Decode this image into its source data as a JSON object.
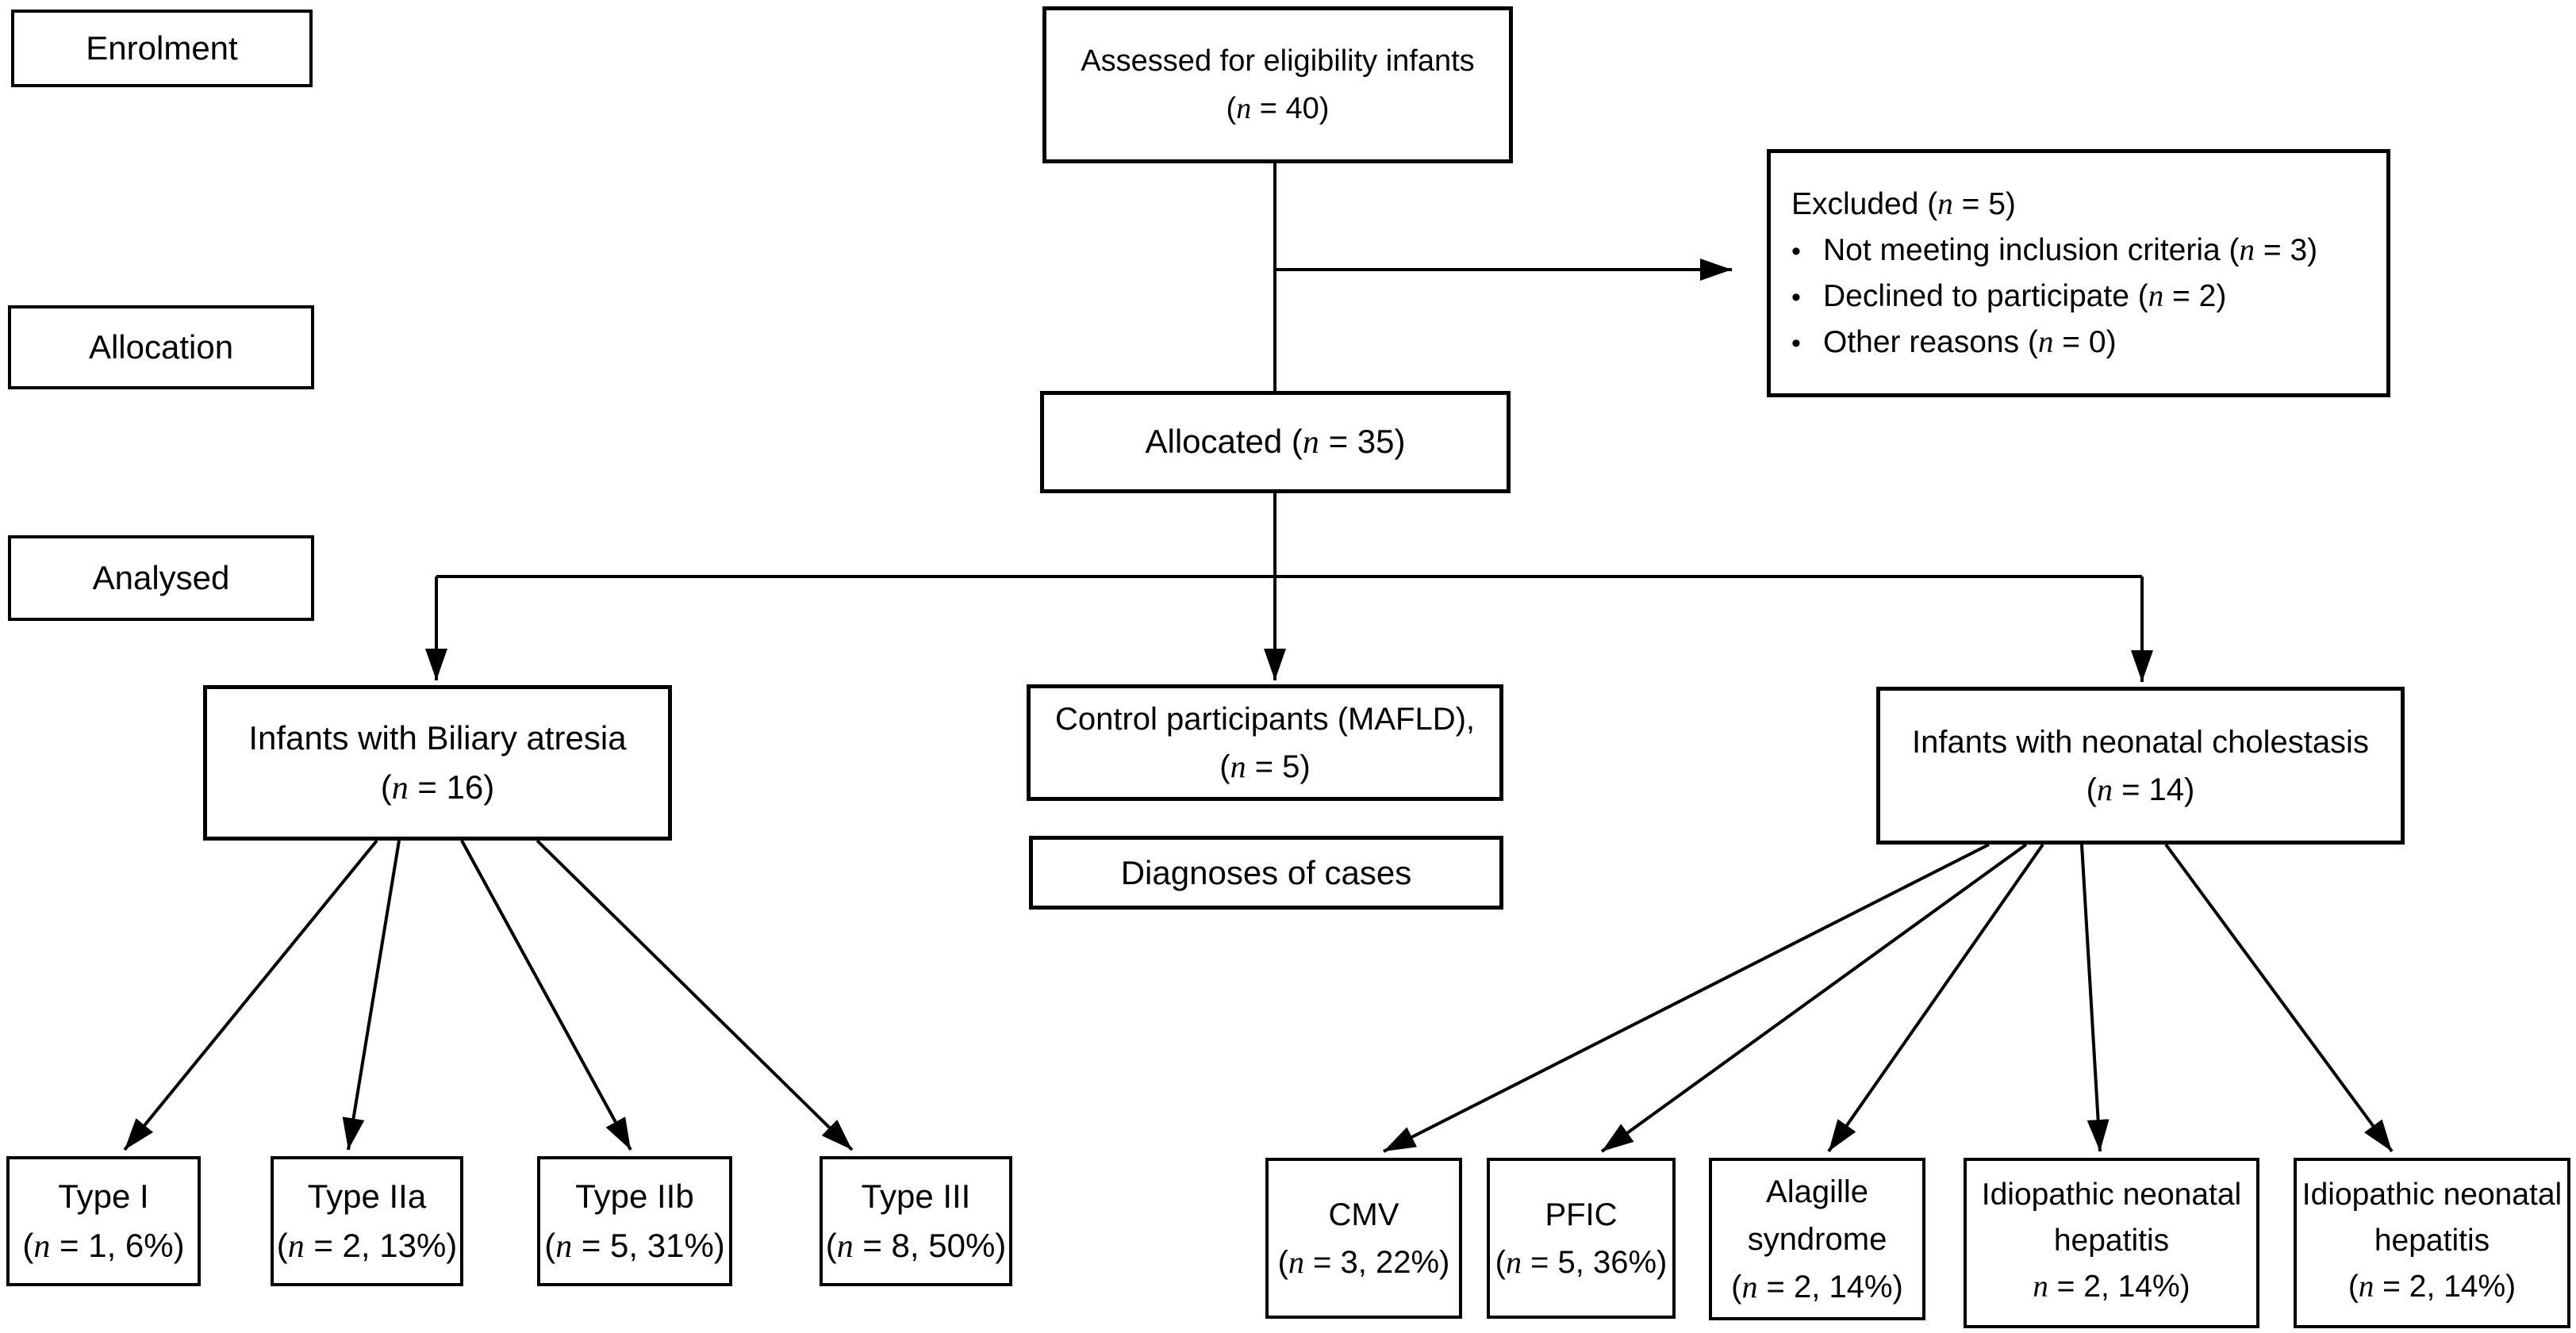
{
  "figure": {
    "kind": "consort-flow-diagram",
    "colors": {
      "ink": "#000000",
      "paper": "#ffffff"
    },
    "glyphs": {
      "bullet": "•",
      "arrowhead": "filled-triangle"
    },
    "stages": {
      "enrolment": "Enrolment",
      "allocation": "Allocation",
      "analysed": "Analysed"
    },
    "nodes": {
      "assessed": {
        "line1": "Assessed for eligibility infants",
        "line2": "(n = 40)"
      },
      "excluded": {
        "title": "Excluded (n = 5)",
        "items": [
          "Not meeting inclusion criteria (n = 3)",
          "Declined to participate (n = 2)",
          "Other reasons (n = 0)"
        ]
      },
      "allocated": {
        "line1": "Allocated (n = 35)"
      },
      "biliary_atresia": {
        "line1": "Infants with Biliary atresia",
        "line2": "(n = 16)"
      },
      "control": {
        "line1": "Control participants (MAFLD),",
        "line2": "(n = 5)"
      },
      "diagnoses": {
        "line1": "Diagnoses of cases"
      },
      "neonatal_cholestasis": {
        "line1": "Infants with neonatal cholestasis",
        "line2": "(n = 14)"
      },
      "type_i": {
        "line1": "Type I",
        "line2": "(n = 1, 6%)"
      },
      "type_iia": {
        "line1": "Type IIa",
        "line2": "(n = 2, 13%)"
      },
      "type_iib": {
        "line1": "Type IIb",
        "line2": "(n = 5, 31%)"
      },
      "type_iii": {
        "line1": "Type III",
        "line2": "(n = 8, 50%)"
      },
      "cmv": {
        "line1": "CMV",
        "line2": "(n = 3, 22%)"
      },
      "pfic": {
        "line1": "PFIC",
        "line2": "(n = 5, 36%)"
      },
      "alagille": {
        "line1": "Alagille",
        "line2": "syndrome",
        "line3": "(n = 2, 14%)"
      },
      "idiopathic_1": {
        "line1": "Idiopathic neonatal",
        "line2": "hepatitis",
        "line3": "n = 2, 14%)"
      },
      "idiopathic_2": {
        "line1": "Idiopathic neonatal",
        "line2": "hepatitis",
        "line3": "(n = 2, 14%)"
      }
    }
  }
}
